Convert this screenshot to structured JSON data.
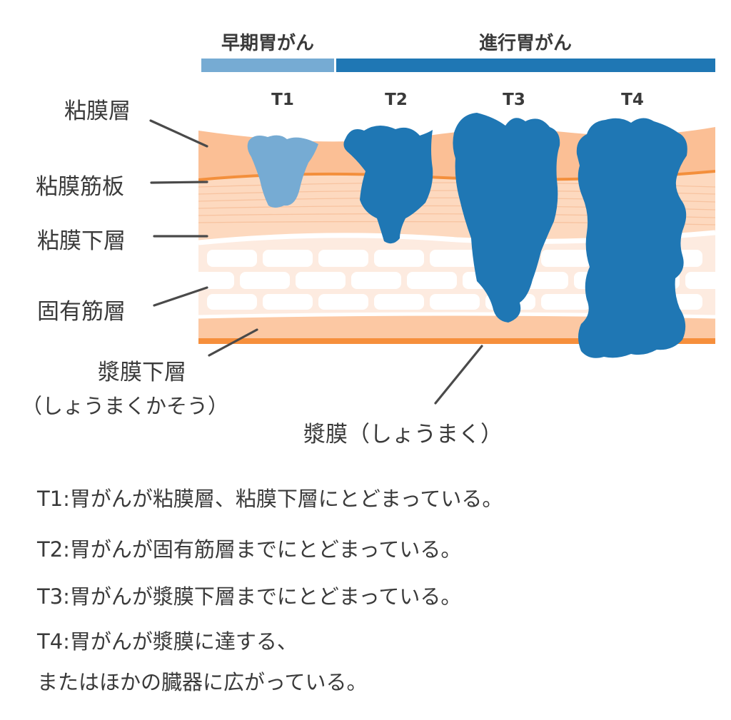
{
  "stages": {
    "early": "早期胃がん",
    "advanced": "進行胃がん"
  },
  "t_stages": [
    "T1",
    "T2",
    "T3",
    "T4"
  ],
  "layers": {
    "mucosa": "粘膜層",
    "muscularis_mucosae": "粘膜筋板",
    "submucosa": "粘膜下層",
    "muscularis_propria": "固有筋層",
    "subserosa": "漿膜下層",
    "subserosa_reading": "（しょうまくかそう）",
    "serosa": "漿膜（しょうまく）"
  },
  "descriptions": {
    "t1": "T1:胃がんが粘膜層、粘膜下層にとどまっている。",
    "t2": "T2:胃がんが固有筋層までにとどまっている。",
    "t3": "T3:胃がんが漿膜下層までにとどまっている。",
    "t4_line1": "T4:胃がんが漿膜に達する、",
    "t4_line2": "またはほかの臓器に広がっている。"
  },
  "colors": {
    "early_bar": "#76abd3",
    "advanced_bar": "#1f77b4",
    "mucosa": "#fbbf95",
    "muscularis_mucosae_line": "#f38f3c",
    "submucosa": "#fdd9bf",
    "muscularis_propria": "#fdebe0",
    "subserosa": "#fcc8a3",
    "serosa_line": "#f68f3c",
    "tumor_early": "#76abd3",
    "tumor_advanced": "#1f77b4",
    "text": "#3a3a3a"
  }
}
